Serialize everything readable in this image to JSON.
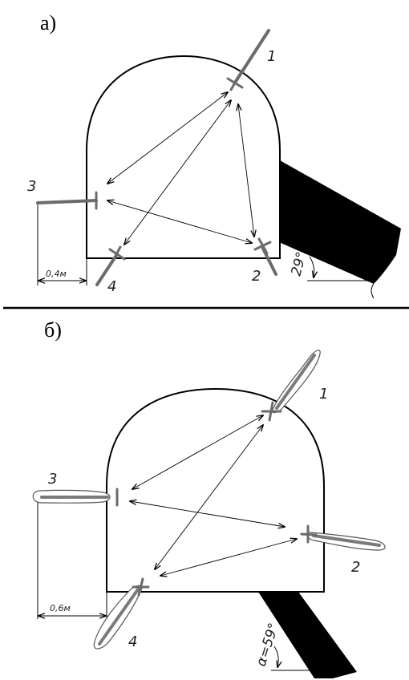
{
  "panels": [
    {
      "label": "а)",
      "sensors": [
        "1",
        "2",
        "3",
        "4"
      ],
      "dimension": "0,4м",
      "angle": "29°"
    },
    {
      "label": "б)",
      "sensors": [
        "1",
        "2",
        "3",
        "4"
      ],
      "dimension": "0,6м",
      "angle": "α=59°"
    }
  ]
}
